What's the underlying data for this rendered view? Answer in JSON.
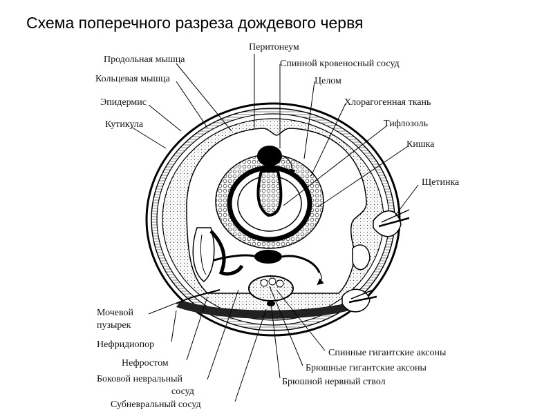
{
  "title": "Схема поперечного разреза дождевого червя",
  "labels": {
    "prodolnaya": "Продольная мышца",
    "koltsevaya": "Кольцевая мышца",
    "epidermis": "Эпидермис",
    "kutikula": "Кутикула",
    "peritoneum": "Перитонеум",
    "spinnoy_sosud": "Спинной кровеносный сосуд",
    "tselom": "Целом",
    "hloragogennaya": "Хлорагогенная ткань",
    "tiflozol": "Тифлозоль",
    "kishka": "Кишка",
    "shchetinka": "Щетинка",
    "mochevoy_1": "Мочевой",
    "mochevoy_2": "пузырек",
    "nefridiopor": "Нефридиопор",
    "nefrostom": "Нефростом",
    "bokovoy_1": "Боковой невральный",
    "bokovoy_2": "сосуд",
    "subnevralny": "Субневральный сосуд",
    "spinnye_aksony": "Спинные гигантские аксоны",
    "bryushnye_aksony": "Брюшные гигантские аксоны",
    "bryushnoy_stvol": "Брюшной нервный ствол"
  }
}
